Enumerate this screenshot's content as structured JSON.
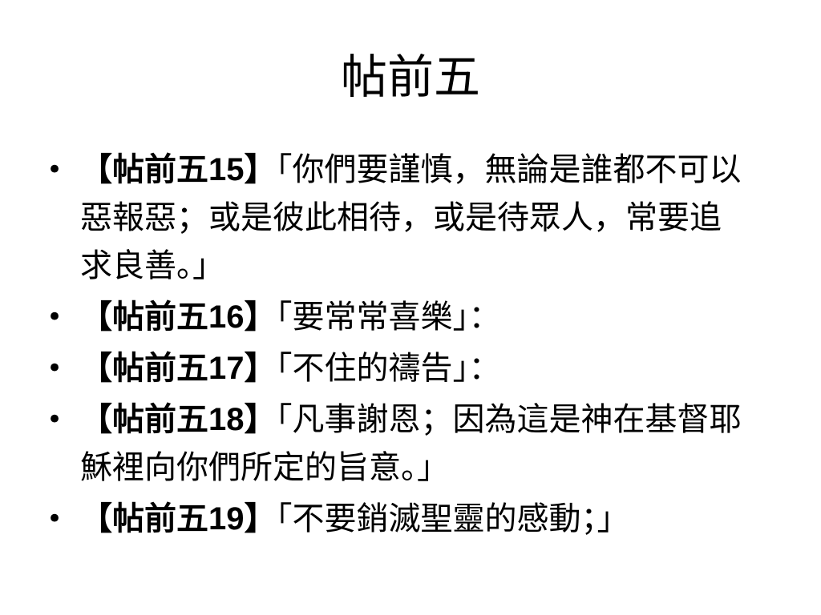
{
  "slide": {
    "title": "帖前五",
    "bullets": [
      {
        "open": "【帖前五",
        "num": "15",
        "close": "】",
        "text": "「你們要謹慎，無論是誰都不可以惡報惡；或是彼此相待，或是待眾人，常要追求良善。」"
      },
      {
        "open": "【帖前五",
        "num": "16",
        "close": "】",
        "text": "「要常常喜樂」："
      },
      {
        "open": "【帖前五",
        "num": "17",
        "close": "】",
        "text": "「不住的禱告」："
      },
      {
        "open": "【帖前五",
        "num": "18",
        "close": "】",
        "text": "「凡事謝恩；因為這是神在基督耶穌裡向你們所定的旨意。」"
      },
      {
        "open": "【帖前五",
        "num": "19",
        "close": "】",
        "text": "「不要銷滅聖靈的感動；」"
      }
    ]
  }
}
